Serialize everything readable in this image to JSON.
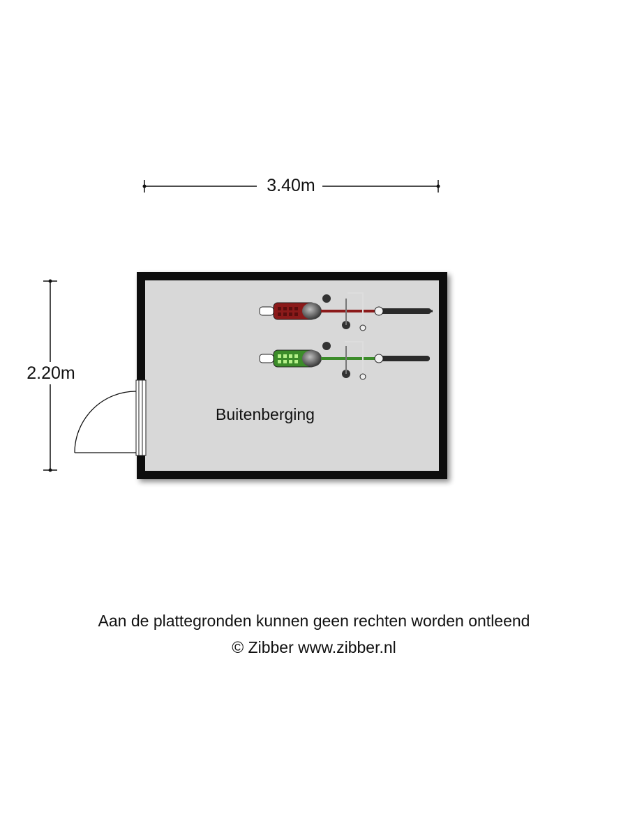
{
  "dimensions": {
    "width_label": "3.40m",
    "height_label": "2.20m"
  },
  "room": {
    "name": "Buitenberging",
    "fill_color": "#d8d8d8",
    "wall_color": "#0a0a0a"
  },
  "bikes": [
    {
      "name": "bicycle-red",
      "color": "#8b1a1a"
    },
    {
      "name": "bicycle-green",
      "color": "#3c8c2a"
    }
  ],
  "footer": {
    "disclaimer": "Aan de plattegronden kunnen geen rechten worden ontleend",
    "copyright": "© Zibber www.zibber.nl"
  }
}
